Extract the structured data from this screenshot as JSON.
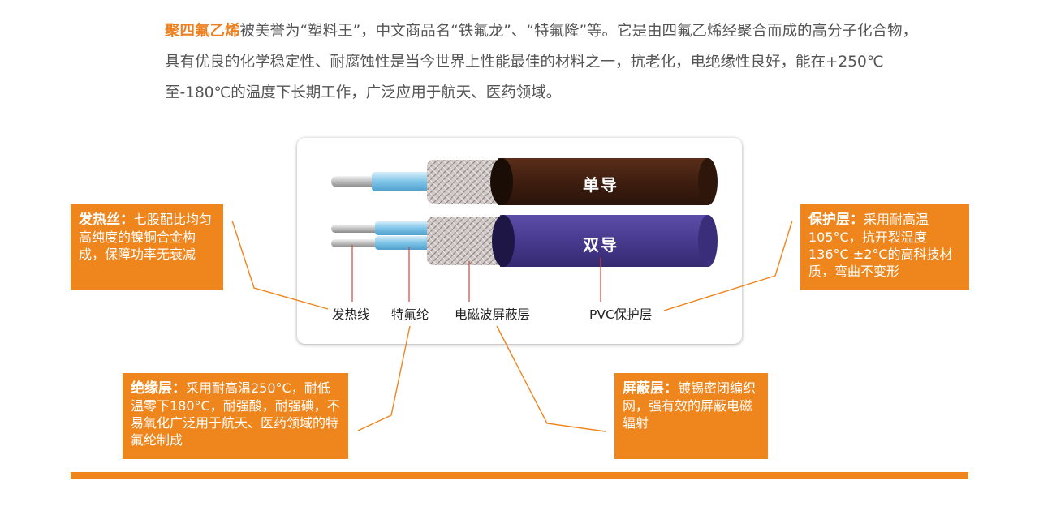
{
  "intro": {
    "highlight": "聚四氟乙烯",
    "text": "被美誉为“塑料王”，中文商品名“铁氟龙”、“特氟隆”等。它是由四氟乙烯经聚合而成的高分子化合物，具有优良的化学稳定性、耐腐蚀性是当今世界上性能最佳的材料之一，抗老化，电绝缘性良好，能在+250℃至-180℃的温度下长期工作，广泛应用于航天、医药领域。"
  },
  "cables": {
    "single": "单导",
    "double": "双导"
  },
  "parts": {
    "heating_wire": "发热线",
    "teflon": "特氟纶",
    "shield": "电磁波屏蔽层",
    "pvc": "PVC保护层"
  },
  "callouts": {
    "heating": {
      "title": "发热丝：",
      "text": "七股配比均匀高纯度的镍铜合金构成，保障功率无衰减"
    },
    "protect": {
      "title": "保护层：",
      "text": "采用耐高温105°C，抗开裂温度136°C ±2°C的高科技材质，弯曲不变形"
    },
    "insulate": {
      "title": "绝缘层：",
      "text": "采用耐高温250°C，耐低温零下180°C，耐强酸，耐强碘，不易氧化广泛用于航天、医药领域的特氟纶制成"
    },
    "shield": {
      "title": "屏蔽层：",
      "text": "镀锡密闭编织网，强有效的屏蔽电磁辐射"
    }
  },
  "colors": {
    "accent": "#ef851d",
    "single_jacket": "#4a2414",
    "double_jacket": "#4a3a8c",
    "teflon": "#7ec4e8"
  }
}
